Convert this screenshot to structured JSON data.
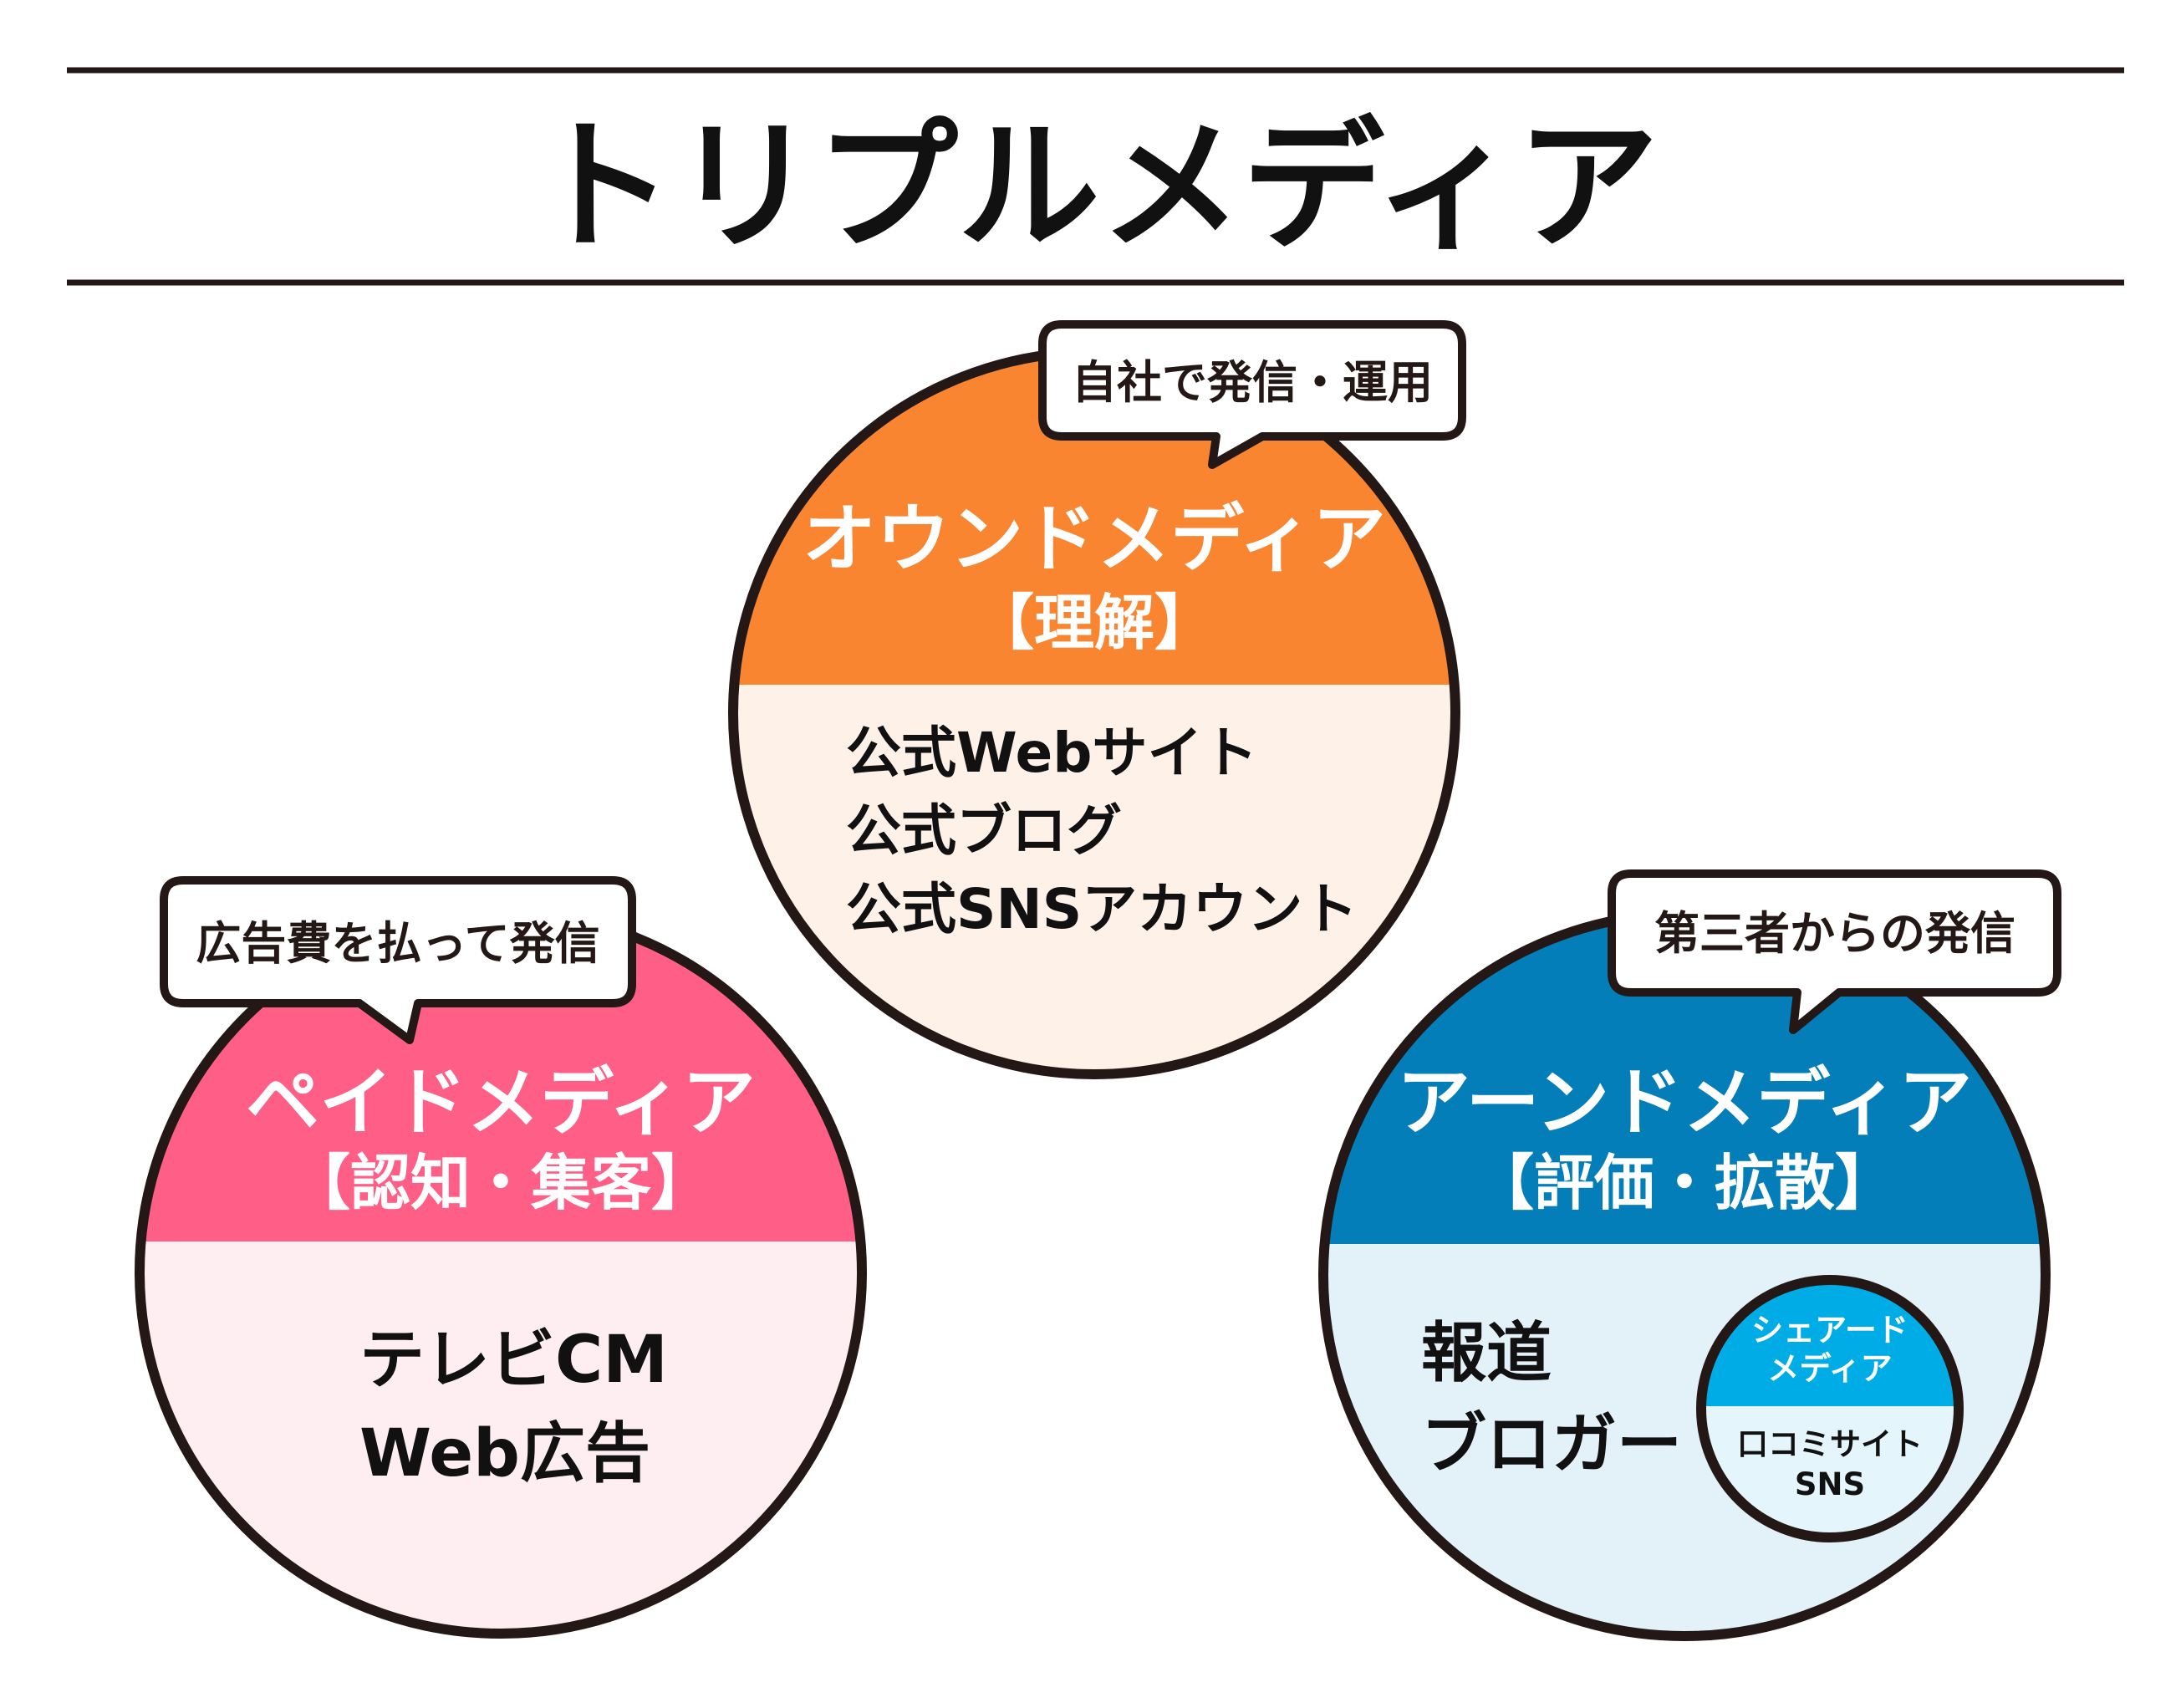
{
  "title": "トリプルメディア",
  "colors": {
    "stroke": "#231815",
    "owned": "#F98530",
    "owned_light": "#FEF1E8",
    "paid": "#FF5E86",
    "paid_light": "#FFEEF1",
    "earned": "#037EB8",
    "earned_light": "#E3F1F8",
    "shared": "#00ACE6",
    "shared_light": "#E4F5FC"
  },
  "owned": {
    "bubble": "自社で発信・運用",
    "name": "オウンドメディア",
    "role": "【理解】",
    "items": [
      "公式Webサイト",
      "公式ブログ",
      "公式SNSアカウント"
    ]
  },
  "paid": {
    "bubble": "広告費を払って発信",
    "name": "ペイドメディア",
    "role": "【認知・集客】",
    "items": [
      "テレビCM",
      "Web広告"
    ]
  },
  "earned": {
    "bubble": "第三者からの発信",
    "name": "アーンドメディア",
    "role": "【評価・拡散】",
    "items": [
      "報道",
      "ブロガー"
    ]
  },
  "shared": {
    "name_lines": [
      "シェアード",
      "メディア"
    ],
    "items": [
      "口コミサイト",
      "SNS"
    ]
  }
}
